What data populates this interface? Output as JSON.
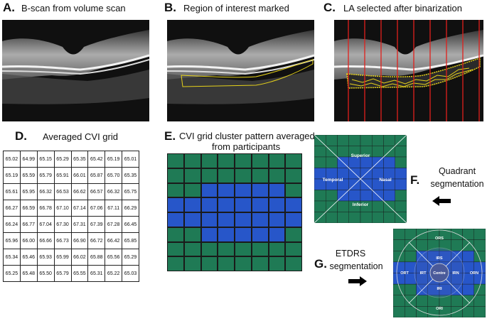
{
  "panels": {
    "A": {
      "label": "A.",
      "title": "B-scan from volume scan"
    },
    "B": {
      "label": "B.",
      "title": "Region of interest marked"
    },
    "C": {
      "label": "C.",
      "title": "LA selected after binarization"
    },
    "D": {
      "label": "D.",
      "title": "Averaged CVI grid"
    },
    "E": {
      "label": "E.",
      "title_line1": "CVI grid cluster pattern averaged",
      "title_line2": "from participants"
    },
    "F": {
      "label": "F.",
      "caption_line1": "Quadrant",
      "caption_line2": "segmentation",
      "regions": {
        "superior": "Superior",
        "inferior": "Inferior",
        "temporal": "Temporal",
        "nasal": "Nasal"
      }
    },
    "G": {
      "label": "G.",
      "caption_line1": "ETDRS",
      "caption_line2": "segmentation",
      "regions": {
        "ors": "ORS",
        "irs": "IRS",
        "ort": "ORT",
        "irt": "IRT",
        "centre": "Centre",
        "irn": "IRN",
        "orn": "ORN",
        "iri": "IRI",
        "ori": "ORI"
      }
    }
  },
  "cvi_grid": [
    [
      "65.02",
      "64.99",
      "65.15",
      "65.29",
      "65.35",
      "65.42",
      "65.19",
      "65.01"
    ],
    [
      "65.19",
      "65.59",
      "65.79",
      "65.91",
      "66.01",
      "65.87",
      "65.70",
      "65.35"
    ],
    [
      "65.61",
      "65.95",
      "66.32",
      "66.53",
      "66.62",
      "66.57",
      "66.32",
      "65.75"
    ],
    [
      "66.27",
      "66.59",
      "66.78",
      "67.10",
      "67.14",
      "67.06",
      "67.11",
      "66.29"
    ],
    [
      "66.24",
      "66.77",
      "67.04",
      "67.30",
      "67.31",
      "67.39",
      "67.28",
      "66.45"
    ],
    [
      "65.96",
      "66.00",
      "66.66",
      "66.73",
      "66.90",
      "66.72",
      "66.42",
      "65.85"
    ],
    [
      "65.34",
      "65.46",
      "65.93",
      "65.99",
      "66.02",
      "65.88",
      "65.56",
      "65.29"
    ],
    [
      "65.25",
      "65.48",
      "65.50",
      "65.79",
      "65.55",
      "65.31",
      "65.22",
      "65.03"
    ]
  ],
  "cluster_pattern": [
    [
      0,
      0,
      0,
      0,
      0,
      0,
      0,
      0
    ],
    [
      0,
      0,
      0,
      0,
      0,
      0,
      0,
      0
    ],
    [
      0,
      0,
      1,
      1,
      1,
      1,
      1,
      0
    ],
    [
      1,
      1,
      1,
      1,
      1,
      1,
      1,
      1
    ],
    [
      1,
      1,
      1,
      1,
      1,
      1,
      1,
      1
    ],
    [
      0,
      0,
      1,
      1,
      1,
      1,
      1,
      0
    ],
    [
      0,
      0,
      0,
      0,
      0,
      0,
      0,
      0
    ],
    [
      0,
      0,
      0,
      0,
      0,
      0,
      0,
      0
    ]
  ],
  "colors": {
    "green": "#1f7a55",
    "blue": "#2756c9",
    "line": "#1a1a1a",
    "red": "#e0201c",
    "yellow": "#e6d21a"
  }
}
